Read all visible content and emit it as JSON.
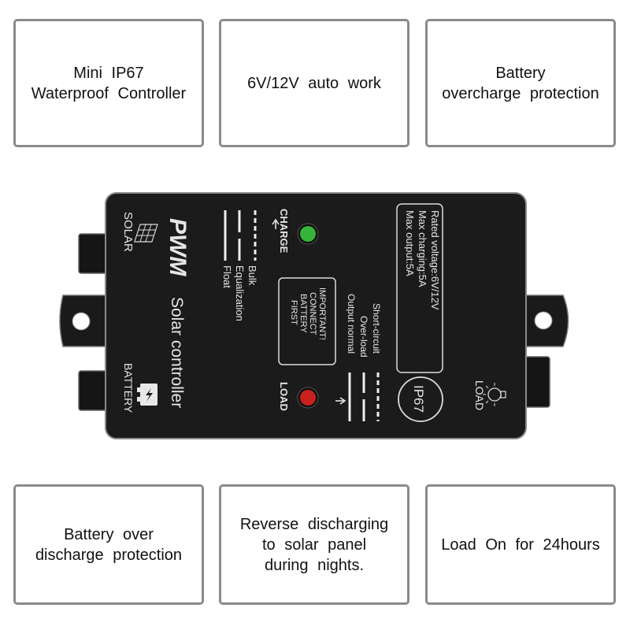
{
  "features_top": [
    {
      "lines": [
        "Mini IP67",
        "Waterproof Controller"
      ]
    },
    {
      "lines": [
        "6V/12V auto work"
      ]
    },
    {
      "lines": [
        "Battery",
        "overcharge protection"
      ]
    }
  ],
  "features_bottom": [
    {
      "lines": [
        "Battery over",
        "discharge protection"
      ]
    },
    {
      "lines": [
        "Reverse discharging",
        "to solar panel",
        "during nights."
      ]
    },
    {
      "lines": [
        "Load On for 24hours"
      ]
    }
  ],
  "device": {
    "brand": "PWM",
    "product": "Solar controller",
    "solar_label": "SOLAR",
    "battery_label": "BATTERY",
    "charge_label": "CHARGE",
    "load_label": "LOAD",
    "load_icon_label": "LOAD",
    "charge_modes": [
      "Bulk",
      "Equalization",
      "Float"
    ],
    "load_modes": [
      "Short-circuit",
      "Over-load",
      "Output normal"
    ],
    "important_notice": [
      "IMPORTANT!",
      "CONNECT",
      "BATTERY",
      "FIRST"
    ],
    "specs": [
      "Rated voltage:6V/12V",
      "Max charging:5A",
      "Max output:5A"
    ],
    "ip_rating": "IP67",
    "colors": {
      "body": "#1b1b1b",
      "charge_led": "#36b33a",
      "load_led": "#c8201f"
    }
  }
}
